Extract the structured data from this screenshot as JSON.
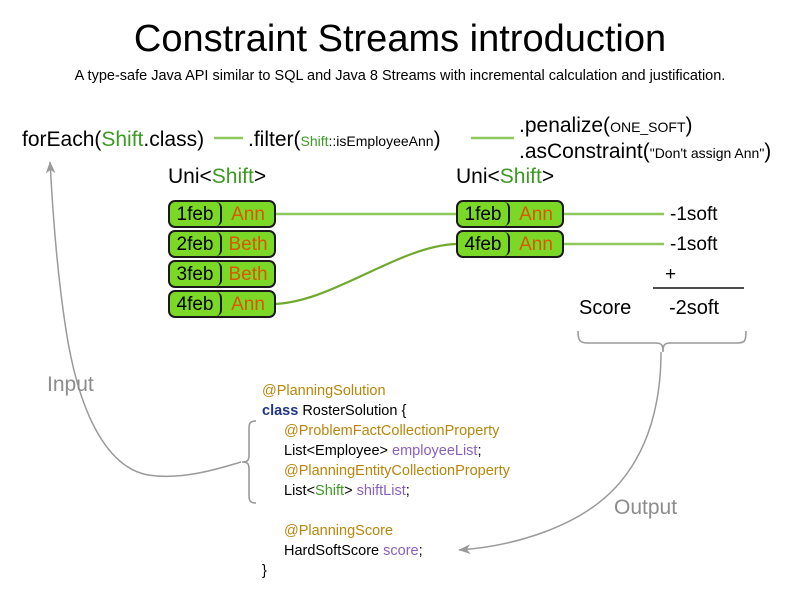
{
  "header": {
    "title": "Constraint Streams introduction",
    "subtitle": "A type-safe Java API similar to SQL and Java 8 Streams with incremental calculation and justification."
  },
  "expression": {
    "foreach": {
      "prefix": "forEach(",
      "type": "Shift",
      "suffix": ".class)"
    },
    "filter": {
      "prefix": ".filter(",
      "type": "Shift",
      "method": "::isEmployeeAnn",
      "suffix": ")"
    },
    "penalize": {
      "prefix": ".penalize(",
      "arg": "ONE_SOFT",
      "suffix": ")"
    },
    "as_constraint": {
      "prefix": ".asConstraint(",
      "arg": "\"Don't assign Ann\"",
      "suffix": ")"
    }
  },
  "streams": {
    "left": {
      "label_prefix": "Uni<",
      "label_type": "Shift",
      "label_suffix": ">",
      "tuples": [
        {
          "date": "1feb",
          "employee": "Ann"
        },
        {
          "date": "2feb",
          "employee": "Beth"
        },
        {
          "date": "3feb",
          "employee": "Beth"
        },
        {
          "date": "4feb",
          "employee": "Ann"
        }
      ]
    },
    "right": {
      "label_prefix": "Uni<",
      "label_type": "Shift",
      "label_suffix": ">",
      "tuples": [
        {
          "date": "1feb",
          "employee": "Ann",
          "impact": "-1soft"
        },
        {
          "date": "4feb",
          "employee": "Ann",
          "impact": "-1soft"
        }
      ]
    }
  },
  "score": {
    "label": "Score",
    "operator": "+",
    "total": "-2soft"
  },
  "flow": {
    "input_label": "Input",
    "output_label": "Output"
  },
  "code": {
    "lines": [
      {
        "indent": 1,
        "parts": [
          {
            "t": "@PlanningSolution",
            "c": "ann"
          }
        ]
      },
      {
        "indent": 1,
        "parts": [
          {
            "t": "class ",
            "c": "kw"
          },
          {
            "t": "RosterSolution {",
            "c": ""
          }
        ]
      },
      {
        "indent": 2,
        "parts": [
          {
            "t": "@ProblemFactCollectionProperty",
            "c": "ann"
          }
        ]
      },
      {
        "indent": 2,
        "parts": [
          {
            "t": "List<Employee> ",
            "c": ""
          },
          {
            "t": "employeeList",
            "c": "fld"
          },
          {
            "t": ";",
            "c": ""
          }
        ]
      },
      {
        "indent": 2,
        "parts": [
          {
            "t": "@PlanningEntityCollectionProperty",
            "c": "ann"
          }
        ]
      },
      {
        "indent": 2,
        "parts": [
          {
            "t": "List<",
            "c": ""
          },
          {
            "t": "Shift",
            "c": "cls"
          },
          {
            "t": "> ",
            "c": ""
          },
          {
            "t": "shiftList",
            "c": "fld"
          },
          {
            "t": ";",
            "c": ""
          }
        ]
      },
      {
        "indent": 0,
        "parts": [
          {
            "t": " ",
            "c": ""
          }
        ]
      },
      {
        "indent": 2,
        "parts": [
          {
            "t": "@PlanningScore",
            "c": "ann"
          }
        ]
      },
      {
        "indent": 2,
        "parts": [
          {
            "t": "HardSoftScore ",
            "c": ""
          },
          {
            "t": "score",
            "c": "fld"
          },
          {
            "t": ";",
            "c": ""
          }
        ]
      },
      {
        "indent": 1,
        "parts": [
          {
            "t": "}",
            "c": ""
          }
        ]
      }
    ]
  },
  "colors": {
    "card_fill": "#7BD826",
    "card_border": "#1a1a1a",
    "employee_text": "#DD5500",
    "type_green": "#3C9B22",
    "connector_green": "#8FC85A",
    "flow_gray": "#8c8c8c",
    "annotation": "#B8860B",
    "keyword": "#20348C",
    "field": "#8A5FBF"
  }
}
